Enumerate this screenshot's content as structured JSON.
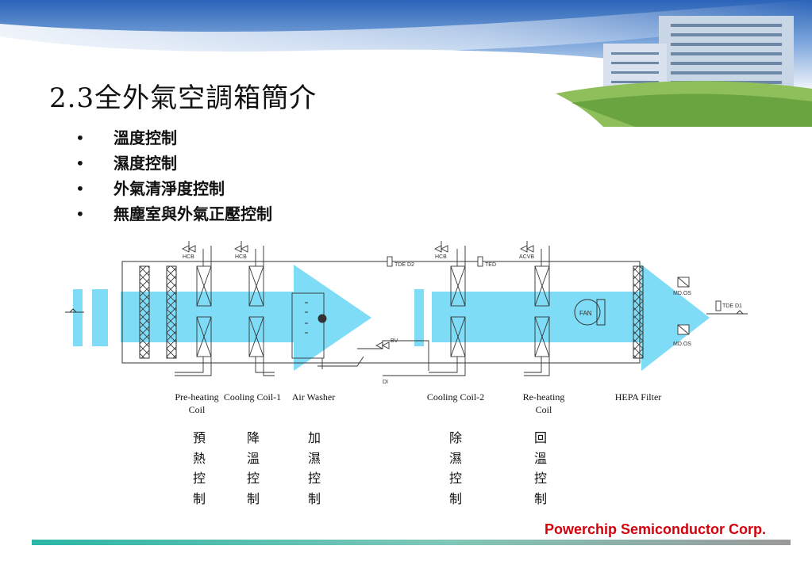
{
  "slide": {
    "title": "2.3全外氣空調箱簡介",
    "bullets": [
      "溫度控制",
      "濕度控制",
      "外氣清淨度控制",
      "無塵室與外氣正壓控制"
    ]
  },
  "diagram": {
    "valve_labels": [
      "HCB",
      "HCB",
      "HCB",
      "ACVB"
    ],
    "sensor_labels": [
      "TDE D2",
      "TED",
      "TDE D1",
      "BV",
      "DI",
      "MD.OS",
      "MD.OS"
    ],
    "fan_label": "FAN",
    "component_captions": [
      "Pre-heating Coil",
      "Cooling Coil-1",
      "Air Washer",
      "Cooling Coil-2",
      "Re-heating Coil",
      "HEPA Filter"
    ]
  },
  "controls": [
    [
      "預",
      "熱",
      "控",
      "制"
    ],
    [
      "降",
      "溫",
      "控",
      "制"
    ],
    [
      "加",
      "濕",
      "控",
      "制"
    ],
    [
      "除",
      "濕",
      "控",
      "制"
    ],
    [
      "回",
      "溫",
      "控",
      "制"
    ]
  ],
  "footer": {
    "company": "Powerchip Semiconductor Corp."
  },
  "colors": {
    "flow_arrow": "#7fdcf7",
    "company_text": "#d4000c",
    "footer_line": "#2bb6a6"
  }
}
